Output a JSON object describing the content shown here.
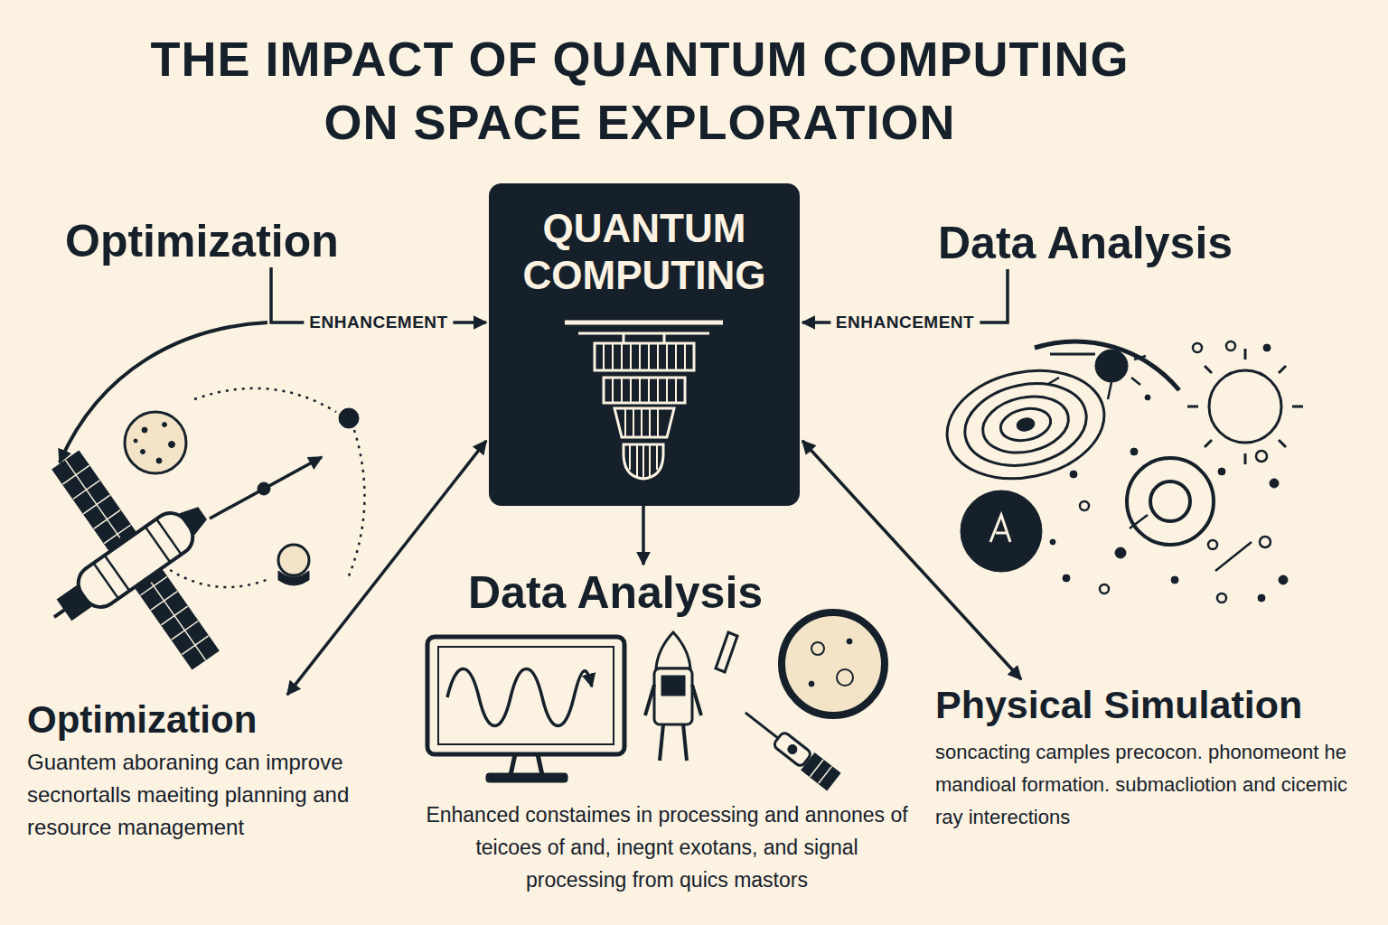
{
  "diagram": {
    "title": "THE IMPACT OF QUANTUM COMPUTING ON SPACE EXPLORATION",
    "nodes": [
      {
        "text": [
          "Optimization"
        ]
      },
      {
        "text": [
          "QUANTUM COMPUTING"
        ]
      },
      {
        "text": [
          "Data Analysis"
        ]
      },
      {
        "text": [
          "Data Analysis",
          "Enhanced constaimes in processing and annones of teicoes of and, inegnt exotans, and signal processing from quics mastors"
        ]
      },
      {
        "text": [
          "Optimization",
          "Guantem aboraning can improve secnortalls maeiting planning and resource management"
        ]
      },
      {
        "text": [
          "Physical Simulation",
          "soncacting camples precocon. phonomeont he mandioal formation. submacliotion and cicemic ray interections"
        ]
      }
    ],
    "edges": [
      {
        "from": 0,
        "to": 1,
        "arrow": "to",
        "label": "ENHANCEMENT"
      },
      {
        "from": 2,
        "to": 1,
        "arrow": "to",
        "label": "ENHANCEMENT"
      },
      {
        "from": 1,
        "to": 3,
        "arrow": "to"
      },
      {
        "from": 1,
        "to": 4,
        "arrow": "both"
      },
      {
        "from": 1,
        "to": 5,
        "arrow": "both"
      }
    ]
  }
}
